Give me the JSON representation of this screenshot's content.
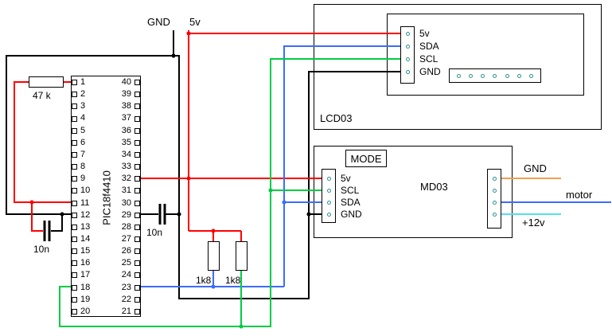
{
  "colors": {
    "power": "#ff0000",
    "sda": "#3a6cff",
    "scl": "#00cc44",
    "gnd": "#000000",
    "motor_supply_gnd": "#efa04f",
    "motor": "#3a6cff",
    "v12": "#55ddee",
    "pinhole": "#2f8f8f"
  },
  "supply": {
    "gnd": "GND",
    "v5": "5v"
  },
  "lcd03": {
    "title": "LCD03",
    "pins": [
      "5v",
      "SDA",
      "SCL",
      "GND"
    ],
    "header_pins": 7
  },
  "md03": {
    "title": "MD03",
    "mode": "MODE",
    "pins": [
      "5v",
      "SCL",
      "SDA",
      "GND"
    ],
    "right_pin_count": 4,
    "right_wires": [
      "GND",
      "motor",
      "+12v"
    ]
  },
  "chip": {
    "name": "PIC18f4410",
    "left_pins": [
      "1",
      "2",
      "3",
      "4",
      "5",
      "6",
      "7",
      "8",
      "9",
      "10",
      "11",
      "12",
      "13",
      "14",
      "15",
      "16",
      "17",
      "18",
      "19",
      "20"
    ],
    "right_pins": [
      "40",
      "39",
      "38",
      "37",
      "36",
      "35",
      "34",
      "33",
      "32",
      "31",
      "30",
      "29",
      "28",
      "27",
      "26",
      "25",
      "24",
      "23",
      "22",
      "21"
    ]
  },
  "components": {
    "r_mclr": "47 k",
    "c1": "10n",
    "c2": "10n",
    "r_sda": "1k8",
    "r_scl": "1k8"
  }
}
